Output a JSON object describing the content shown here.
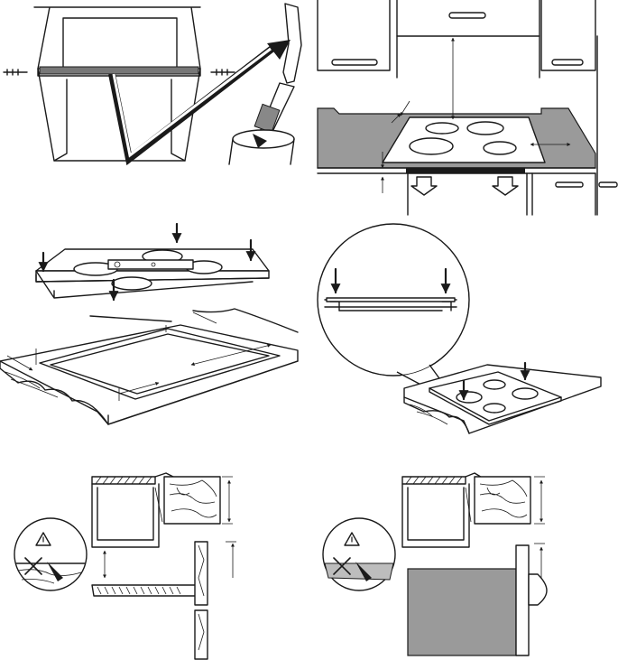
{
  "panels": [
    {
      "id": "remove-old-hob"
    },
    {
      "id": "installation-clearances"
    },
    {
      "id": "place-hob-in-cutout"
    },
    {
      "id": "seal-detail"
    },
    {
      "id": "drawer-below-hob"
    },
    {
      "id": "oven-below-hob"
    }
  ],
  "icons": [
    "warning-triangle-icon",
    "cross-mark-icon",
    "down-arrow-icon"
  ],
  "colors": {
    "line": "#1a1a1a",
    "worktop": "#9a9a9a",
    "shade": "#bdbdbd",
    "background": "#ffffff"
  }
}
